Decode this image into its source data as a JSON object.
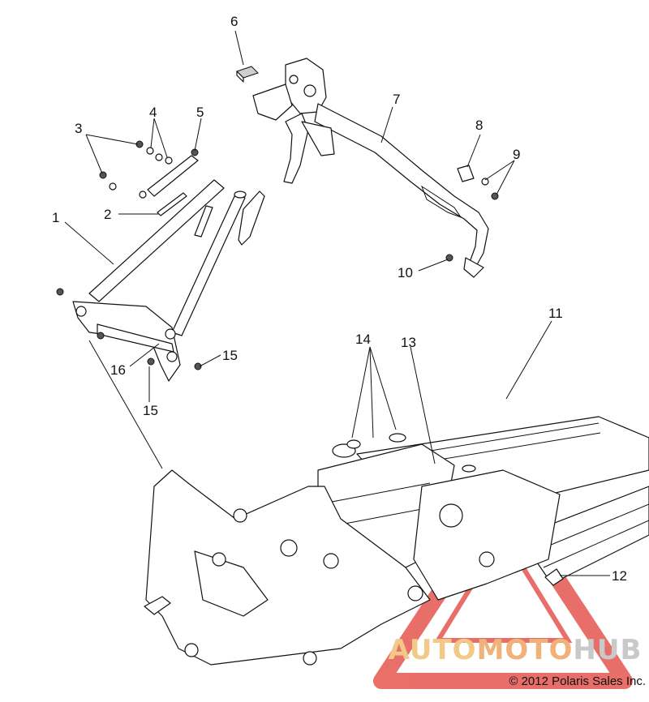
{
  "callouts": [
    {
      "id": "1",
      "label": "1"
    },
    {
      "id": "2",
      "label": "2"
    },
    {
      "id": "3",
      "label": "3"
    },
    {
      "id": "4",
      "label": "4"
    },
    {
      "id": "5",
      "label": "5"
    },
    {
      "id": "6",
      "label": "6"
    },
    {
      "id": "7",
      "label": "7"
    },
    {
      "id": "8",
      "label": "8"
    },
    {
      "id": "9",
      "label": "9"
    },
    {
      "id": "10",
      "label": "10"
    },
    {
      "id": "11",
      "label": "11"
    },
    {
      "id": "12",
      "label": "12"
    },
    {
      "id": "13",
      "label": "13"
    },
    {
      "id": "14",
      "label": "14"
    },
    {
      "id": "15a",
      "label": "15"
    },
    {
      "id": "15b",
      "label": "15"
    },
    {
      "id": "16",
      "label": "16"
    }
  ],
  "copyright": "© 2012 Polaris Sales Inc.",
  "watermark": {
    "auto": "AUTO",
    "moto": "MOTO",
    "hub": "HUB",
    "colors": {
      "triangle": "#e4574f",
      "auto": "#f3c98a",
      "moto": "#f0b27a",
      "hub": "#c9c9c9"
    }
  }
}
